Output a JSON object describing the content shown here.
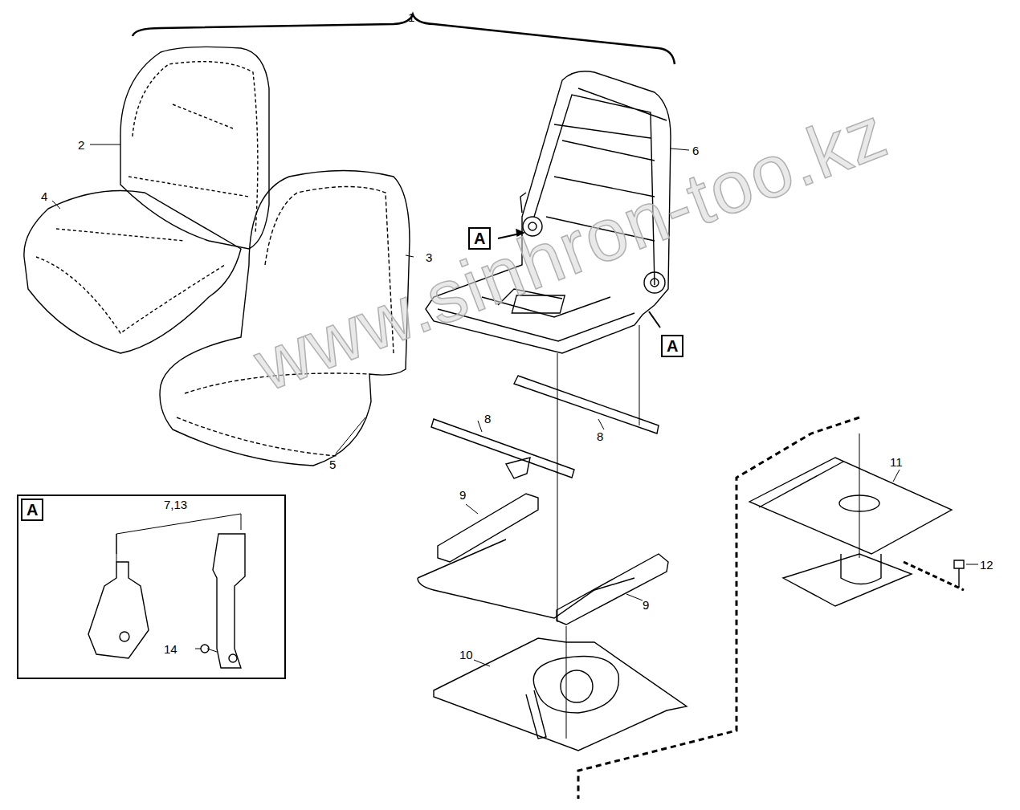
{
  "diagram": {
    "labels": [
      "1",
      "2",
      "4",
      "3",
      "6",
      "A",
      "A",
      "5",
      "8",
      "8",
      "9",
      "9",
      "10",
      "11",
      "12",
      "A",
      "7,13",
      "14",
      "www.sinhron-too.kz"
    ]
  }
}
